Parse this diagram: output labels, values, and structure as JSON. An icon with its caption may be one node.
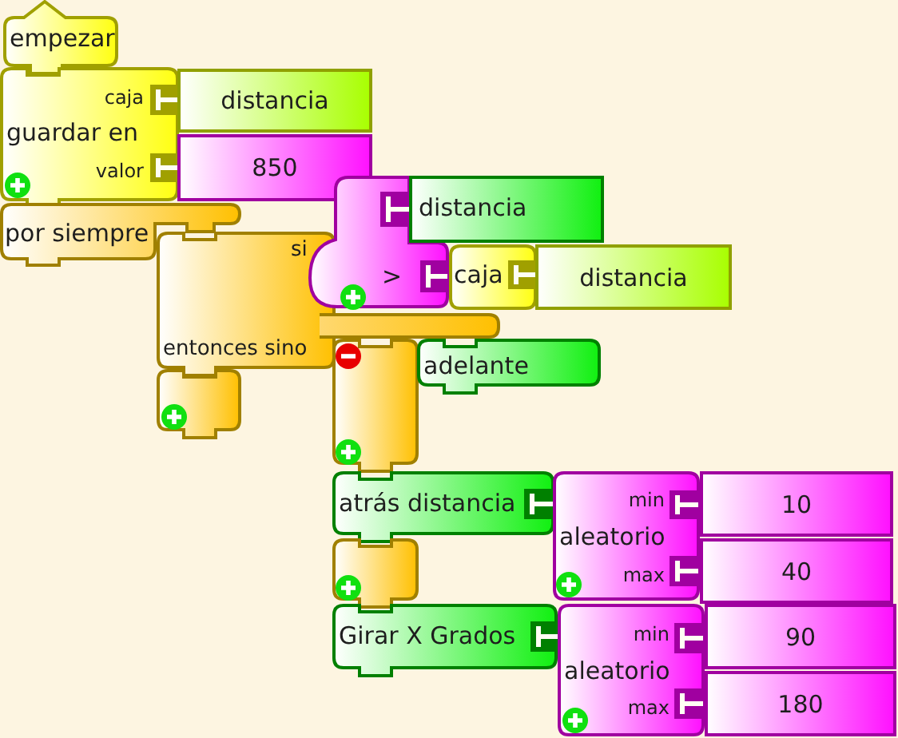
{
  "diagram": {
    "nodes": [
      {
        "text": [
          "empezar"
        ]
      },
      {
        "text": [
          "caja",
          "guardar en",
          "valor"
        ]
      },
      {
        "text": [
          "distancia"
        ]
      },
      {
        "text": [
          "850"
        ]
      },
      {
        "text": [
          "por siempre"
        ]
      },
      {
        "text": [
          "si",
          "entonces sino"
        ]
      },
      {
        "text": [
          ">"
        ]
      },
      {
        "text": [
          "distancia"
        ]
      },
      {
        "text": [
          "caja"
        ]
      },
      {
        "text": [
          "distancia"
        ]
      },
      {
        "text": [],
        "shape": "bar"
      },
      {
        "text": [],
        "shape": "box"
      },
      {
        "text": [
          "adelante"
        ]
      },
      {
        "text": [],
        "shape": "box"
      },
      {
        "text": [
          "atrás distancia"
        ]
      },
      {
        "text": [
          "min",
          "aleatorio",
          "max"
        ]
      },
      {
        "text": [
          "10"
        ]
      },
      {
        "text": [
          "40"
        ]
      },
      {
        "text": [],
        "shape": "box"
      },
      {
        "text": [
          "Girar X Grados"
        ]
      },
      {
        "text": [
          "min",
          "aleatorio",
          "max"
        ]
      },
      {
        "text": [
          "90"
        ]
      },
      {
        "text": [
          "180"
        ]
      }
    ]
  }
}
